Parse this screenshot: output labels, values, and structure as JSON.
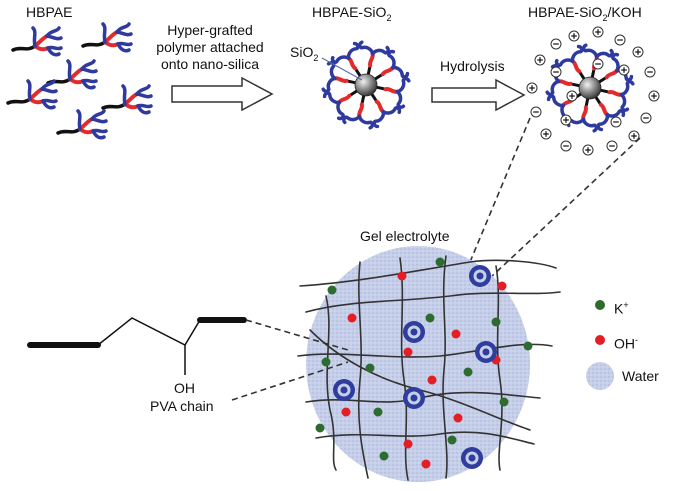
{
  "labels": {
    "hbpae": "HBPAE",
    "hbpae_sio2_main": "HBPAE-SiO",
    "hbpae_sio2_sub": "2",
    "koh_main": "HBPAE-SiO",
    "koh_sub": "2",
    "koh_tail": "/KOH",
    "graft_line1": "Hyper-grafted",
    "graft_line2": "polymer attached",
    "graft_line3": "onto nano-silica",
    "sio2_main": "SiO",
    "sio2_sub": "2",
    "hydrolysis": "Hydrolysis",
    "gel": "Gel electrolyte",
    "oh": "OH",
    "pva": "PVA chain",
    "k_main": "K",
    "k_sup": "+",
    "ohion_main": "OH",
    "ohion_sup": "-",
    "water": "Water"
  },
  "colors": {
    "arm_red": "#e32b2b",
    "arm_blue": "#2e3a9e",
    "black": "#111111",
    "sphere": "#8c8c8c",
    "gel_fill": "#c6cfe9",
    "gel_dot": "#b7c1e0",
    "k_ion": "#2e6b2e",
    "oh_ion": "#e31e24",
    "ring": "#2f3d9c"
  }
}
